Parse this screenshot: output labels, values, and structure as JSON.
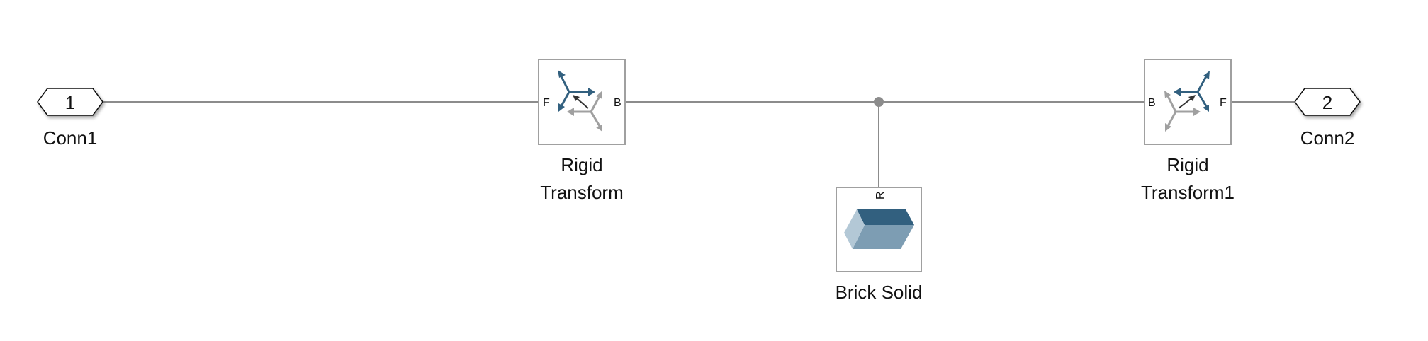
{
  "diagram": {
    "type": "simulink-multibody",
    "blocks": {
      "conn1": {
        "number": "1",
        "label": "Conn1"
      },
      "rigid_transform": {
        "label_line1": "Rigid",
        "label_line2": "Transform",
        "port_left": "F",
        "port_right": "B"
      },
      "brick_solid": {
        "label": "Brick Solid",
        "port_top": "R"
      },
      "rigid_transform1": {
        "label_line1": "Rigid",
        "label_line2": "Transform1",
        "port_left": "B",
        "port_right": "F"
      },
      "conn2": {
        "number": "2",
        "label": "Conn2"
      }
    },
    "connections": [
      {
        "from": "Conn1",
        "to": "Rigid Transform.F"
      },
      {
        "from": "Rigid Transform.B",
        "to": "junction"
      },
      {
        "from": "junction",
        "to": "Rigid Transform1.B"
      },
      {
        "from": "junction",
        "to": "Brick Solid.R"
      },
      {
        "from": "Rigid Transform1.F",
        "to": "Conn2"
      }
    ],
    "colors": {
      "line": "#8c8c8c",
      "block_border": "#a0a0a0",
      "frame_blue": "#32607f",
      "frame_gray": "#a0a0a0",
      "brick_top": "#32607f",
      "brick_front": "#7d9db3",
      "brick_side": "#b3c8d6"
    }
  }
}
